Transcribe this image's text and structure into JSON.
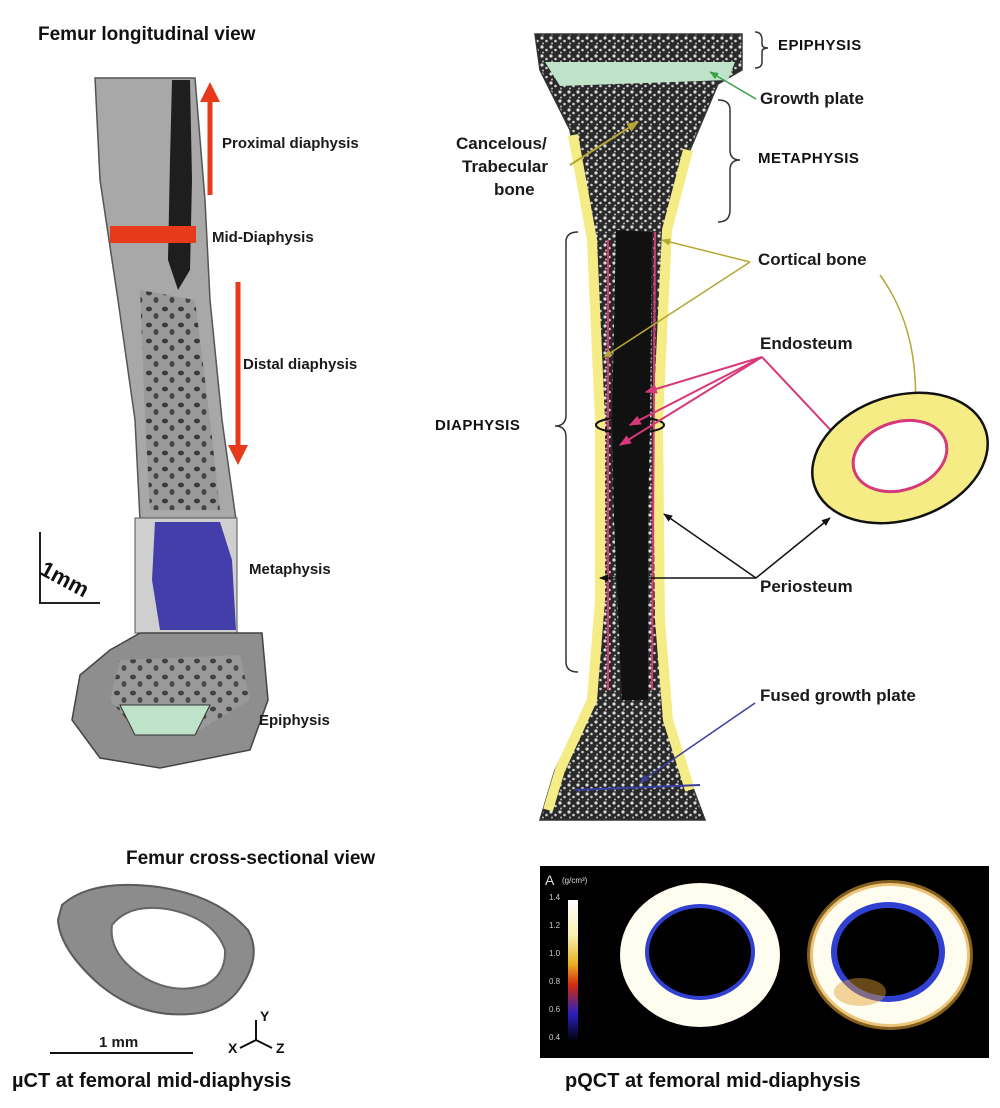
{
  "longitudinal": {
    "title": "Femur longitudinal view",
    "labels": {
      "proximal_diaphysis": "Proximal diaphysis",
      "mid_diaphysis": "Mid-Diaphysis",
      "distal_diaphysis": "Distal diaphysis",
      "metaphysis": "Metaphysis",
      "epiphysis": "Epiphysis"
    },
    "scale": "1mm"
  },
  "schematic": {
    "labels": {
      "epiphysis": "EPIPHYSIS",
      "growth_plate": "Growth plate",
      "cancellous_line1": "Cancelous/",
      "cancellous_line2": "Trabecular",
      "cancellous_line3": "bone",
      "metaphysis": "METAPHYSIS",
      "cortical_bone": "Cortical bone",
      "endosteum": "Endosteum",
      "diaphysis": "DIAPHYSIS",
      "periosteum": "Periosteum",
      "fused_growth_plate": "Fused growth plate"
    }
  },
  "cross_section": {
    "title": "Femur cross-sectional view",
    "microct_scale": "1 mm",
    "axes": {
      "x": "X",
      "y": "Y",
      "z": "Z"
    },
    "microct_caption": "µCT at femoral mid-diaphysis",
    "pqct_caption": "pQCT at femoral mid-diaphysis",
    "pqct_panel_letter": "A",
    "pqct_unit": "(g/cm³)",
    "pqct_colorbar_ticks": [
      "1.4",
      "1.2",
      "1.0",
      "0.8",
      "0.6",
      "0.4"
    ]
  },
  "colors": {
    "arrow_red": "#e63a1a",
    "cortical_yellow": "#f5ec86",
    "endosteum_magenta": "#d6387a",
    "metaphysis_blue": "#3c36a8",
    "growth_plate_green": "#bfe3c8",
    "olive_arrow": "#b5a735",
    "fused_plate_blue": "#3b3fa0"
  }
}
